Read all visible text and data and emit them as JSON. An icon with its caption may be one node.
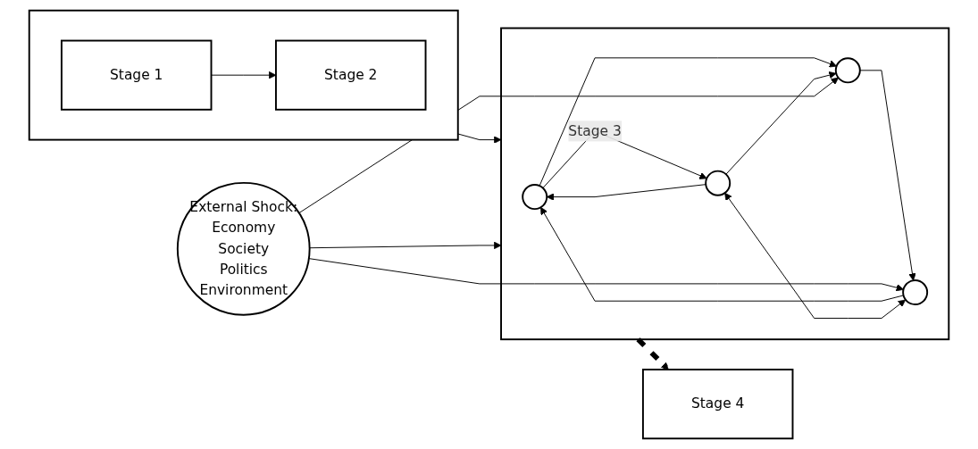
{
  "diagram": {
    "nodes": [
      {
        "text": [],
        "shape": "box"
      },
      {
        "text": [
          "Stage 1"
        ],
        "in": 0
      },
      {
        "text": [
          "Stage 2"
        ],
        "in": 0
      },
      {
        "text": [],
        "shape": "box"
      },
      {
        "text": [],
        "shape": "circle",
        "in": 3
      },
      {
        "text": [],
        "shape": "circle",
        "in": 3
      },
      {
        "text": [],
        "shape": "circle",
        "in": 3
      },
      {
        "text": [],
        "shape": "circle",
        "in": 3
      },
      {
        "text": [
          "Stage 4"
        ]
      },
      {
        "text": [
          "External Shock:",
          "Economy",
          "Society",
          "Politics",
          "Environment"
        ]
      }
    ],
    "edges": [
      {
        "from": 1,
        "to": 2,
        "arrow": "to"
      },
      {
        "from": 0,
        "to": 3,
        "arrow": "to"
      },
      {
        "from": 3,
        "to": 8,
        "arrow": "to",
        "style": "dashed"
      },
      {
        "from": 4,
        "to": 5,
        "arrow": "to",
        "label": "Stage 3"
      },
      {
        "from": 5,
        "to": 4,
        "arrow": "to"
      },
      {
        "from": 6,
        "to": 4,
        "arrow": "to"
      },
      {
        "from": 4,
        "to": 7,
        "arrow": "to"
      },
      {
        "from": 6,
        "to": 5,
        "arrow": "both"
      },
      {
        "from": 5,
        "to": 7,
        "arrow": "to"
      },
      {
        "from": 7,
        "to": 6,
        "arrow": "to"
      },
      {
        "from": 9,
        "to": 6,
        "arrow": "to"
      },
      {
        "from": 9,
        "to": 3,
        "arrow": "to"
      },
      {
        "from": 9,
        "to": 7,
        "arrow": "to"
      }
    ]
  }
}
